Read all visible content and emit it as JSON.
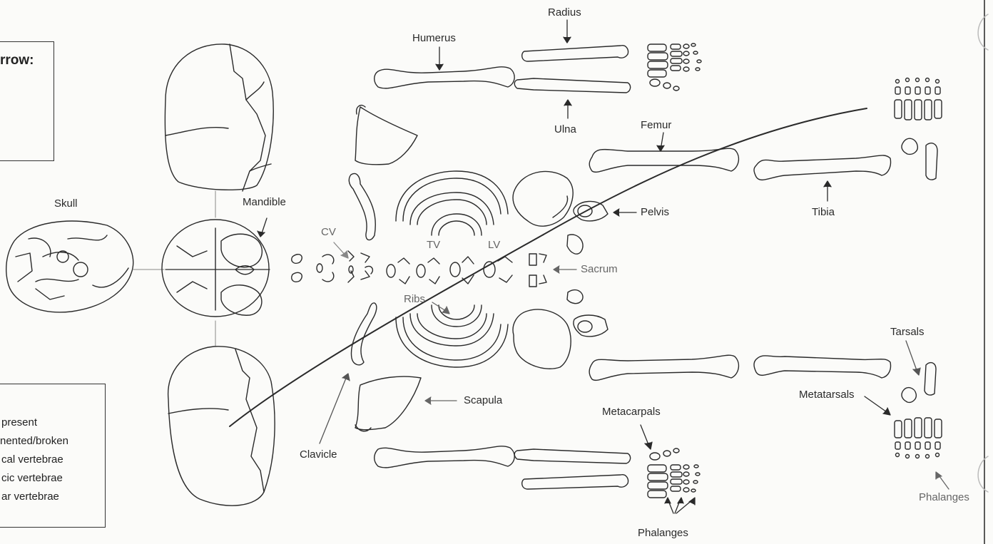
{
  "top_box": {
    "title": "rrow:"
  },
  "legend": {
    "lines": [
      "present",
      "nented/broken",
      "cal vertebrae",
      "cic vertebrae",
      "ar vertebrae"
    ]
  },
  "labels": {
    "skull": "Skull",
    "mandible": "Mandible",
    "humerus": "Humerus",
    "radius": "Radius",
    "ulna": "Ulna",
    "femur": "Femur",
    "tibia": "Tibia",
    "pelvis": "Pelvis",
    "sacrum": "Sacrum",
    "cv": "CV",
    "tv": "TV",
    "lv": "LV",
    "ribs": "Ribs",
    "clavicle": "Clavicle",
    "scapula": "Scapula",
    "metacarpals": "Metacarpals",
    "phalanges_hand": "Phalanges",
    "tarsals": "Tarsals",
    "metatarsals": "Metatarsals",
    "phalanges_foot": "Phalanges"
  },
  "colors": {
    "line": "#2a2a2a",
    "background": "#fbfbf9"
  }
}
